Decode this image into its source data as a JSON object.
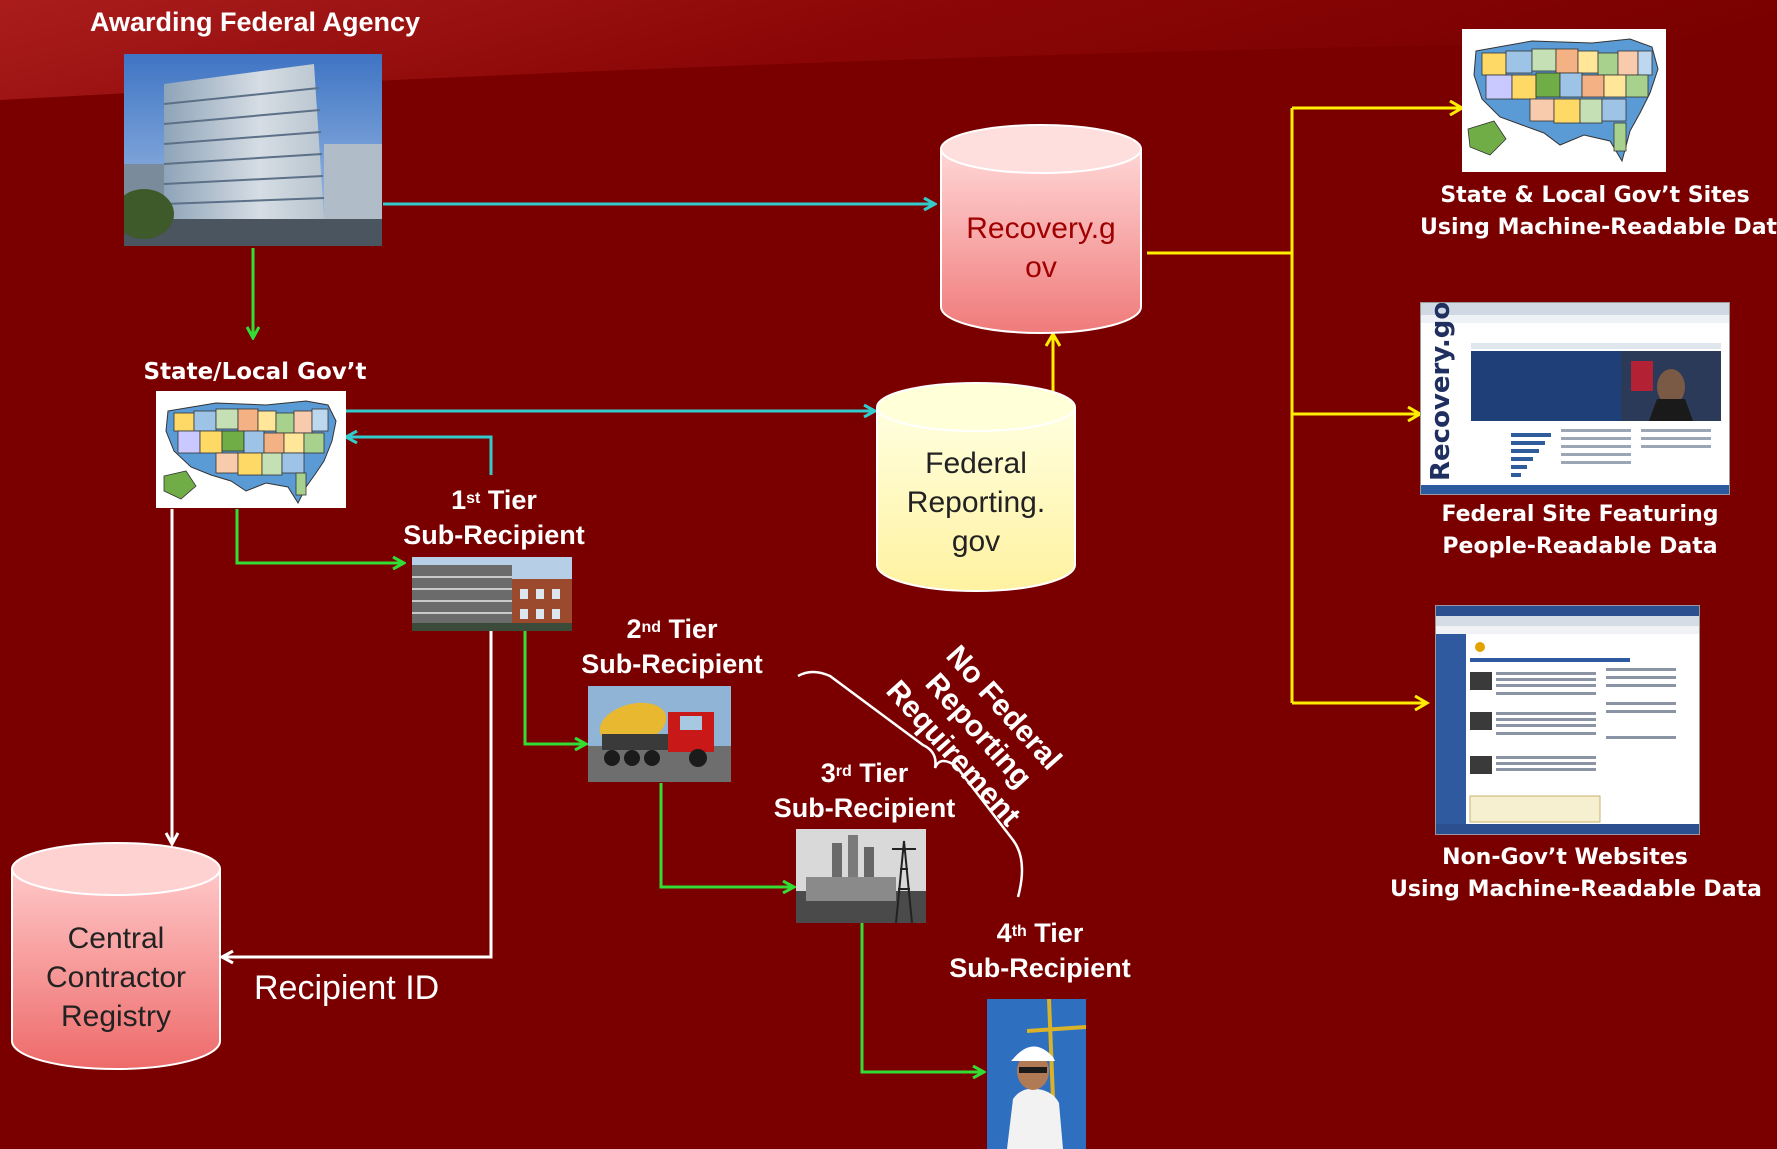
{
  "agency": {
    "title": "Awarding Federal Agency"
  },
  "state_local": {
    "title": "State/Local Gov’t"
  },
  "tier1": {
    "ordinal": "1",
    "suffix": "st",
    "label_line1": " Tier",
    "label_line2": "Sub-Recipient"
  },
  "tier2": {
    "ordinal": "2",
    "suffix": "nd",
    "label_line1": " Tier",
    "label_line2": "Sub-Recipient"
  },
  "tier3": {
    "ordinal": "3",
    "suffix": "rd",
    "label_line1": " Tier",
    "label_line2": "Sub-Recipient"
  },
  "tier4": {
    "ordinal": "4",
    "suffix": "th",
    "label_line1": " Tier",
    "label_line2": "Sub-Recipient"
  },
  "recovery_db": {
    "line1": "Recovery.g",
    "line2": "ov"
  },
  "federal_reporting_db": {
    "line1": "Federal",
    "line2": "Reporting.",
    "line3": "gov"
  },
  "ccr_db": {
    "line1": "Central",
    "line2": "Contractor",
    "line3": "Registry"
  },
  "recipient_id": {
    "label": "Recipient ID"
  },
  "no_reporting": {
    "line1": "No Federal",
    "line2": "Reporting",
    "line3": "Requirement"
  },
  "outputs": {
    "state_sites": {
      "line1": "State & Local Gov’t Sites",
      "line2": "Using Machine-Readable Data"
    },
    "federal_site": {
      "line1": "Federal Site Featuring",
      "line2": "People-Readable Data",
      "screenshot_side_label": "Recovery.gov"
    },
    "nongov_sites": {
      "line1": "Non-Gov’t Websites",
      "line2": "Using Machine-Readable Data"
    }
  },
  "colors": {
    "background": "#7a0000",
    "cyan_flow": "#33cccc",
    "green_flow": "#33dd33",
    "white_flow": "#ffffff",
    "yellow_flow": "#ffee00",
    "recovery_db_fill": "#f08080",
    "federal_reporting_db_fill": "#ffffc0",
    "ccr_db_fill": "#f06060"
  }
}
